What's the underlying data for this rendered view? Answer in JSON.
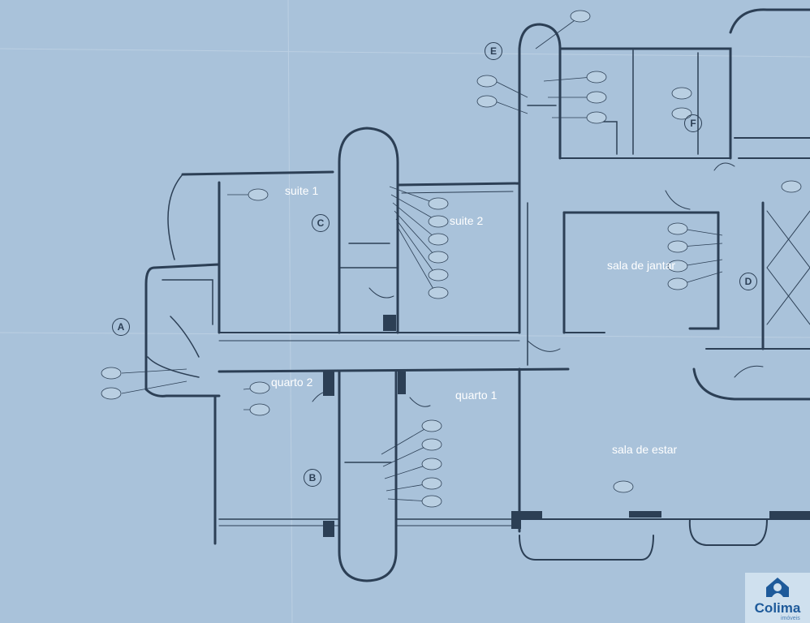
{
  "rooms": {
    "suite1": "suite 1",
    "suite2": "suite 2",
    "sala_jantar": "sala de jantar",
    "quarto2": "quarto 2",
    "quarto1": "quarto 1",
    "sala_estar": "sala de estar"
  },
  "markers": {
    "a": "A",
    "b": "B",
    "c": "C",
    "d": "D",
    "e": "E",
    "f": "F"
  },
  "logo": {
    "name": "Colima",
    "subtitle": "imóveis"
  },
  "colors": {
    "paper": "#a9c2da",
    "ink": "#2c3f55",
    "label": "#ffffff",
    "brand": "#1e5a9a"
  }
}
